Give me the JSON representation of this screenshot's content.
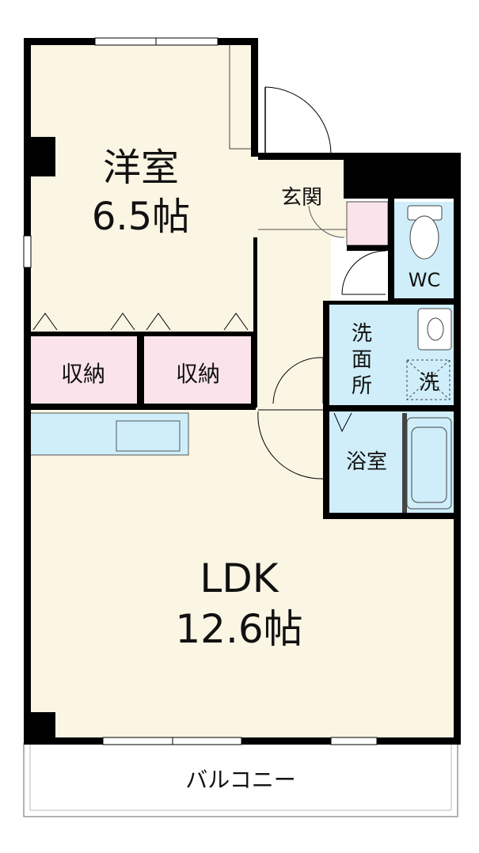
{
  "rooms": {
    "western": {
      "name": "洋室",
      "size": "6.5帖"
    },
    "entrance": {
      "name": "玄関"
    },
    "wc": {
      "name": "WC"
    },
    "washroom": {
      "name_line1": "洗",
      "name_line2": "面",
      "name_line3": "所",
      "washer": "洗"
    },
    "storage_left": {
      "name": "収納"
    },
    "storage_right": {
      "name": "収納"
    },
    "bath": {
      "name": "浴室"
    },
    "ldk": {
      "name": "LDK",
      "size": "12.6帖"
    },
    "balcony": {
      "name": "バルコニー"
    }
  },
  "colors": {
    "floor": "#fbf5e4",
    "wall": "#000000",
    "storage": "#fbe3ec",
    "wet": "#cfeefa",
    "kitchen": "#cfeefa"
  }
}
